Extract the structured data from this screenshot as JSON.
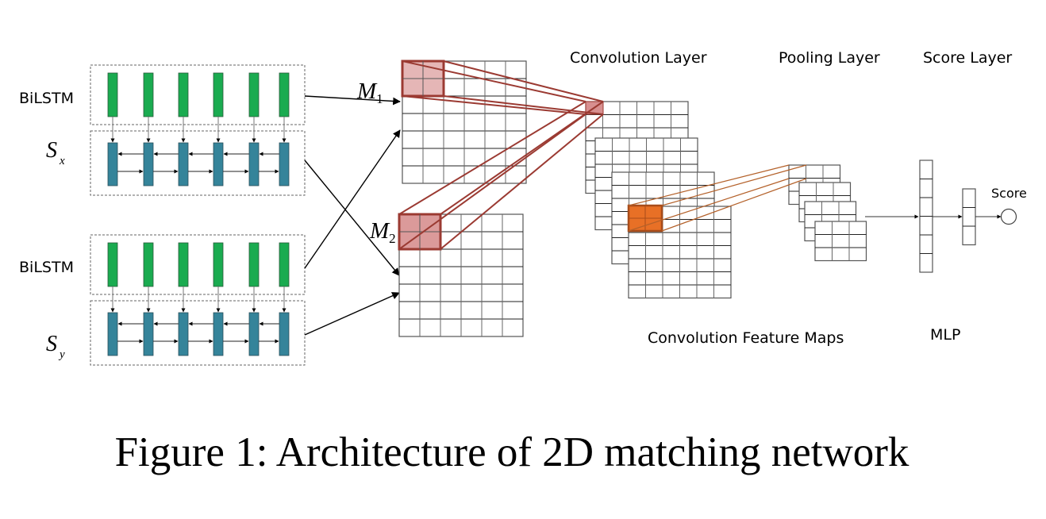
{
  "figure": {
    "caption": "Figure 1: Architecture of 2D matching network",
    "colors": {
      "bilstm_cell": "#1aab50",
      "state_cell": "#35849a",
      "window_fill": "#d78f8f",
      "window_stroke": "#9b3a32",
      "conv_window_fill": "#e87026",
      "conv_window_stroke": "#a84c1a",
      "projection_line": "#b4612a",
      "grid_line": "#333333"
    },
    "inputs": [
      {
        "layer_label": "BiLSTM",
        "state_symbol": "S",
        "state_subscript": "x",
        "cell_count": 6
      },
      {
        "layer_label": "BiLSTM",
        "state_symbol": "S",
        "state_subscript": "y",
        "cell_count": 6
      }
    ],
    "matrices": [
      {
        "symbol": "M",
        "subscript": "1",
        "rows": 7,
        "cols": 6
      },
      {
        "symbol": "M",
        "subscript": "2",
        "rows": 7,
        "cols": 6
      }
    ],
    "labels": {
      "convolution_layer": "Convolution Layer",
      "pooling_layer": "Pooling Layer",
      "score_layer": "Score Layer",
      "feature_maps": "Convolution Feature Maps",
      "mlp": "MLP",
      "score": "Score"
    },
    "feature_maps": {
      "count": 4,
      "rows": 7,
      "cols": 6
    },
    "pooled_maps": {
      "count": 4,
      "rows": 3,
      "cols": 3
    },
    "mlp": {
      "hidden_units": 6,
      "output_units": 3
    }
  }
}
